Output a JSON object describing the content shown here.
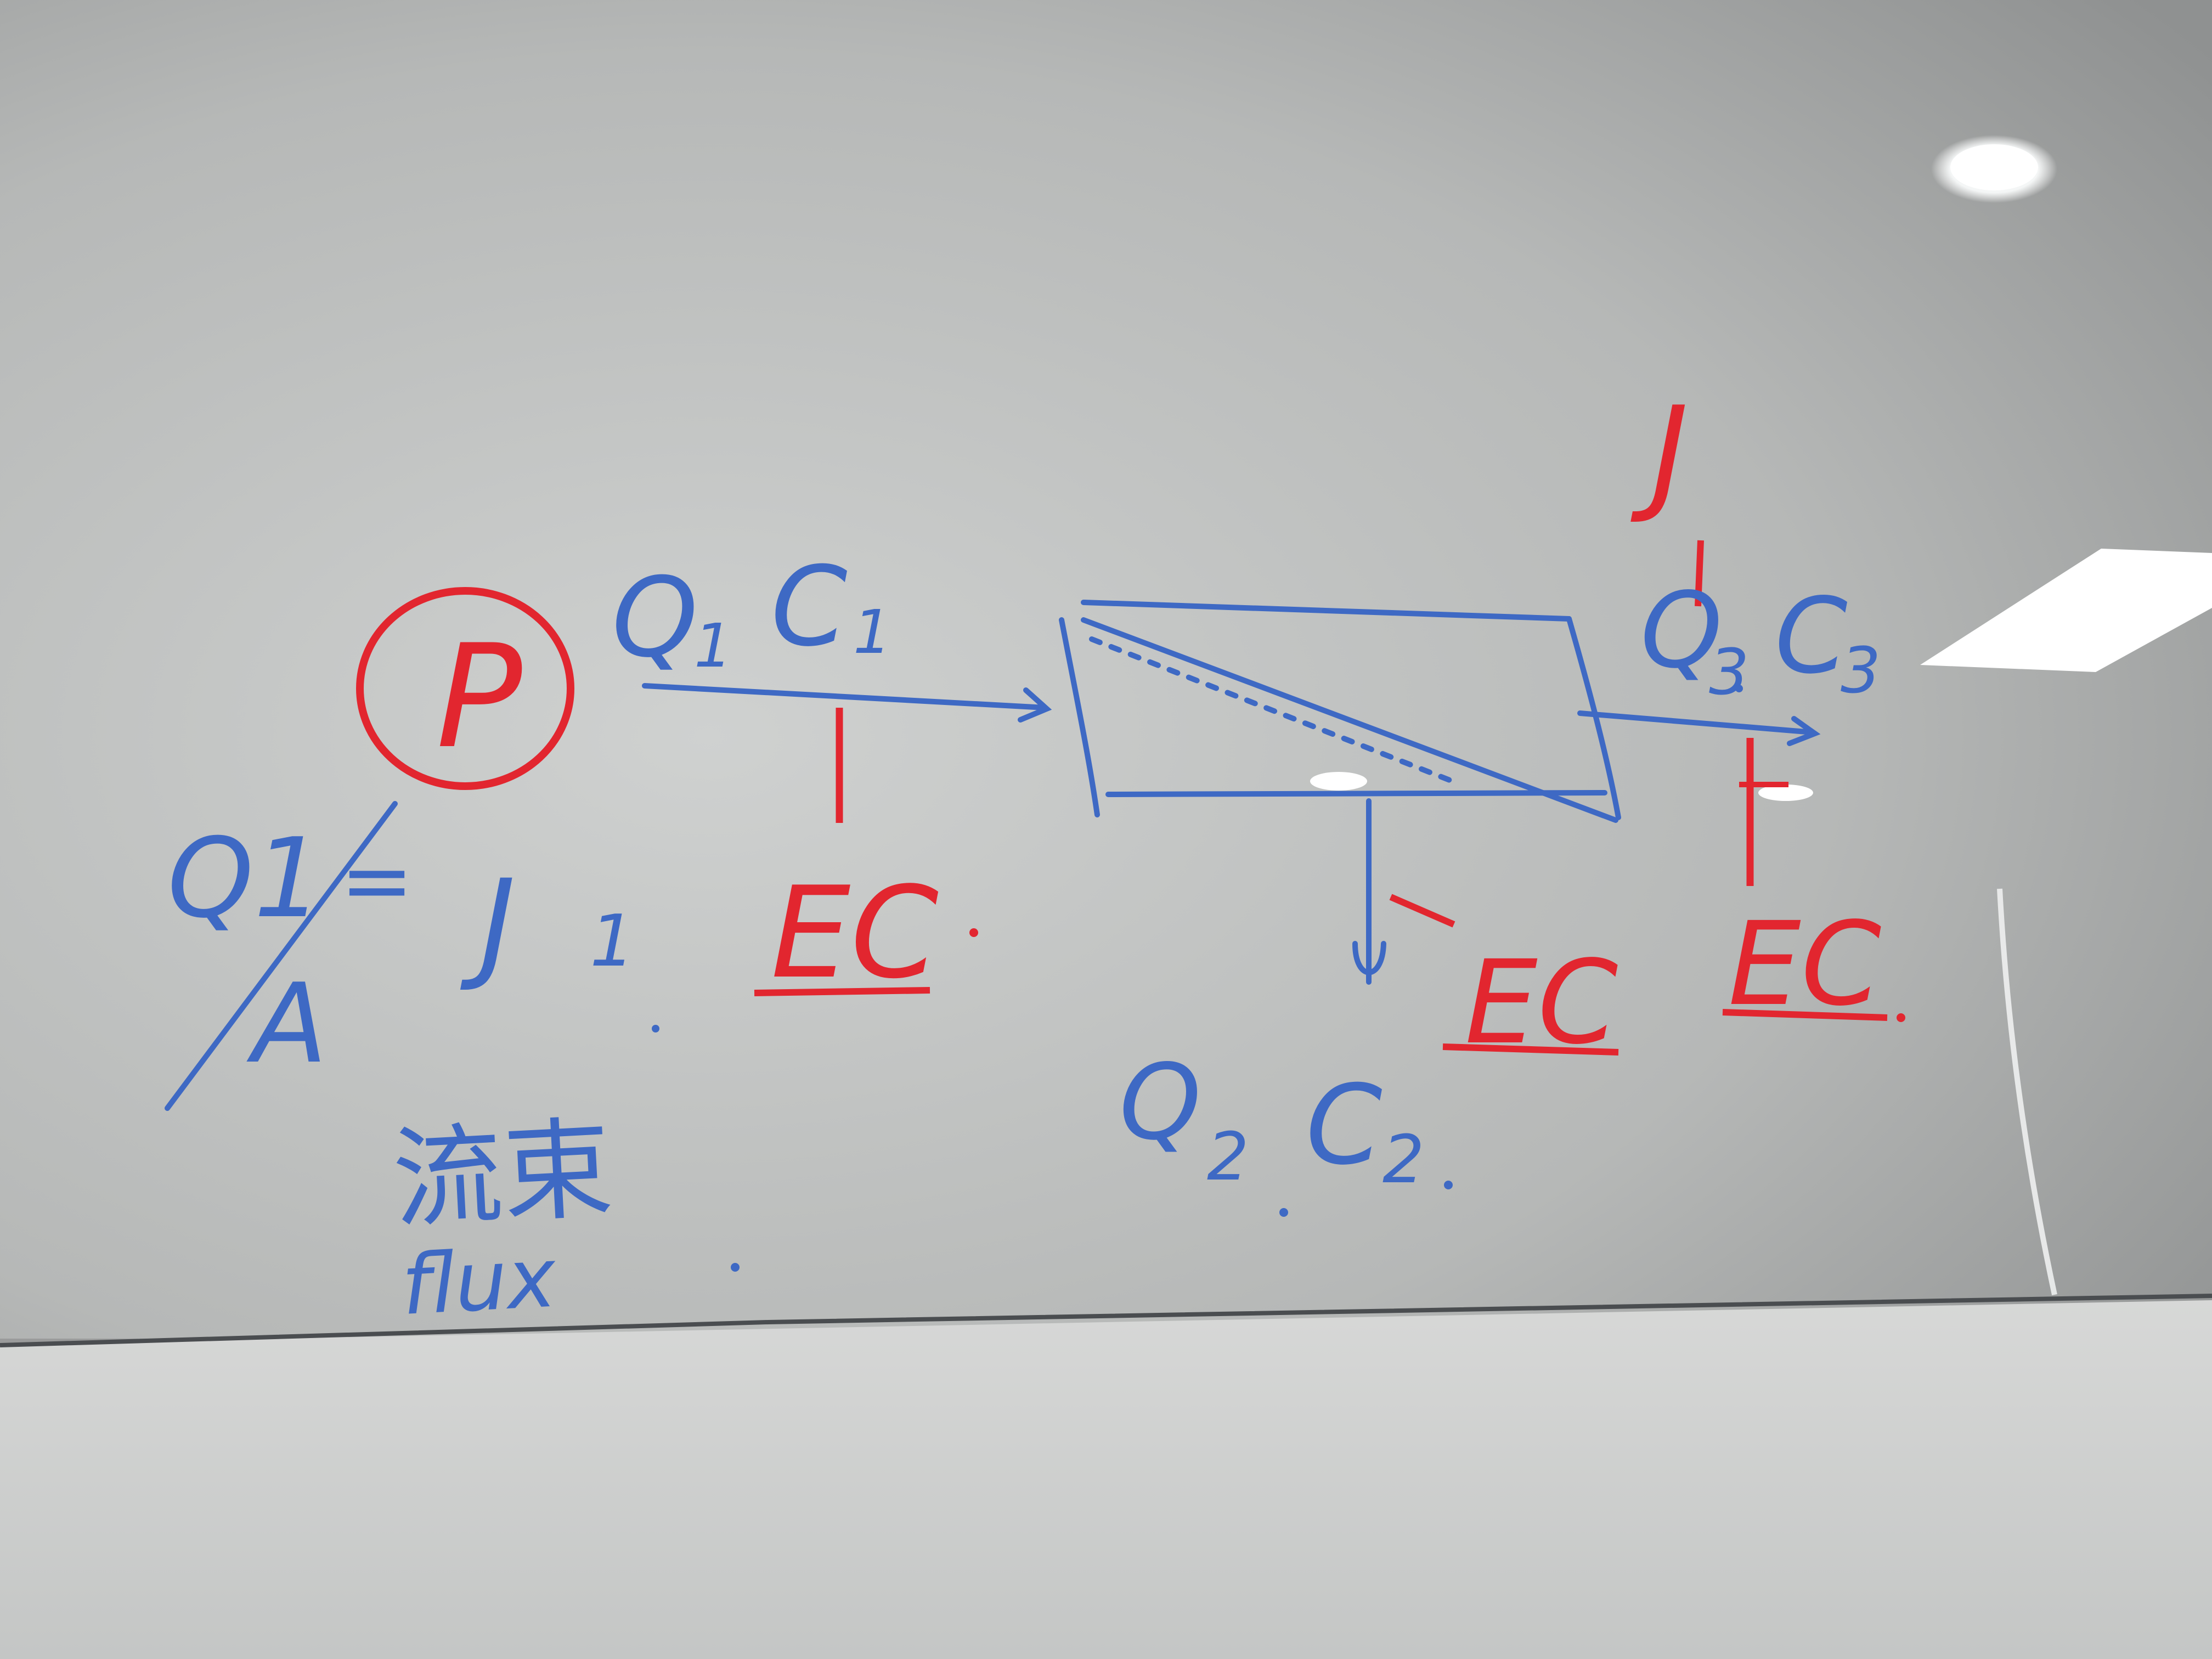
{
  "colors": {
    "board_light": "#cfd1d0",
    "board_dark": "#8f9191",
    "lower_panel": "#d7d8d7",
    "frame_line": "#4a4d50",
    "marker_blue": "#3e69c4",
    "marker_red": "#e2262f",
    "light_reflection": "#ffffff"
  },
  "whiteboard": {
    "upper_panel": {
      "red_marker": {
        "pump_label": "P",
        "flux_symbol_top": "J",
        "ec_left": "EC",
        "ec_middle": "EC",
        "ec_right": "EC"
      },
      "blue_marker": {
        "stream1_q": "Q",
        "stream1_q_sub": "1",
        "stream1_c": "C",
        "stream1_c_sub": "1",
        "stream2_q": "Q",
        "stream2_q_sub": "2",
        "stream2_c": "C",
        "stream2_c_sub": "2",
        "stream3_q": "Q",
        "stream3_q_sub": "3",
        "stream3_c": "C",
        "stream3_c_sub": "3",
        "flux_formula_num": "Q1",
        "flux_formula_eq": "=",
        "flux_formula_den": "A",
        "flux_symbol": "J",
        "flux_symbol_sub": "1",
        "chinese_label": "流束",
        "english_label": "flux"
      }
    }
  }
}
